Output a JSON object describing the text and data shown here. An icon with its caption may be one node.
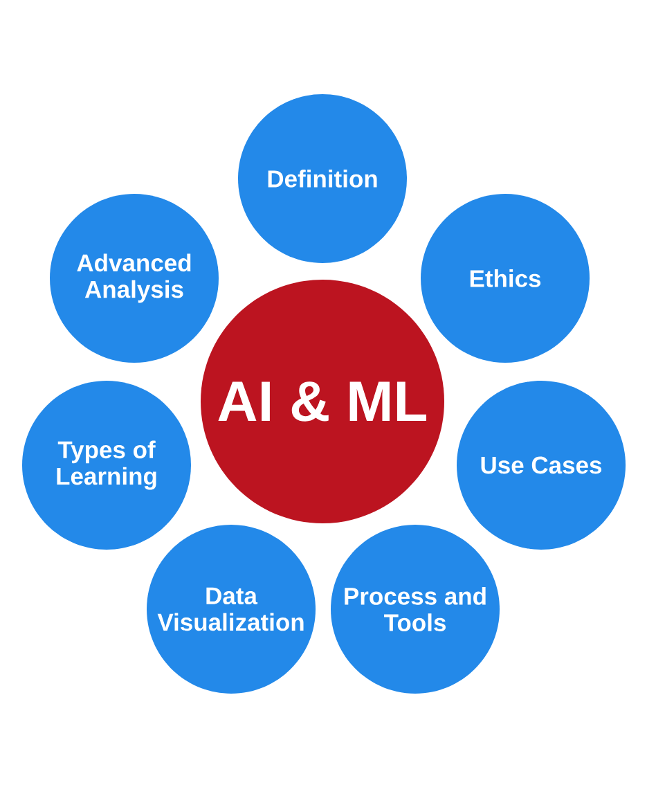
{
  "diagram": {
    "nodes": [
      {
        "text": [
          "Definition"
        ]
      },
      {
        "text": [
          "Advanced Analysis"
        ]
      },
      {
        "text": [
          "Ethics"
        ]
      },
      {
        "text": [
          "AI & ML"
        ]
      },
      {
        "text": [
          "Types of Learning"
        ]
      },
      {
        "text": [
          "Use Cases"
        ]
      },
      {
        "text": [
          "Data Visualization"
        ]
      },
      {
        "text": [
          "Process and Tools"
        ]
      }
    ]
  }
}
